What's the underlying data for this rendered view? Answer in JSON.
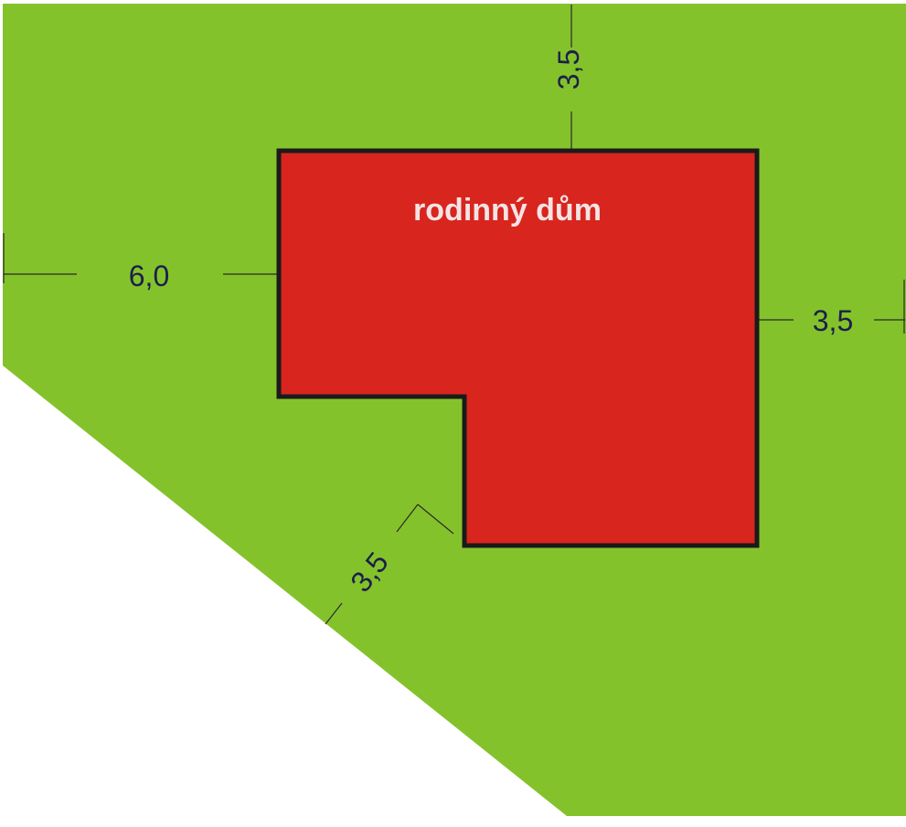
{
  "colors": {
    "plot": "#84c22b",
    "house_fill": "#d8251e",
    "house_outline": "#1a1a1a",
    "dimension_text": "#1b1f4a",
    "dimension_line": "#2a2a2a",
    "label_text": "#f3e4e4",
    "background": "#ffffff"
  },
  "house": {
    "label": "rodinný dům"
  },
  "dimensions": {
    "top": "3,5",
    "left": "6,0",
    "right": "3,5",
    "diagonal": "3,5"
  }
}
